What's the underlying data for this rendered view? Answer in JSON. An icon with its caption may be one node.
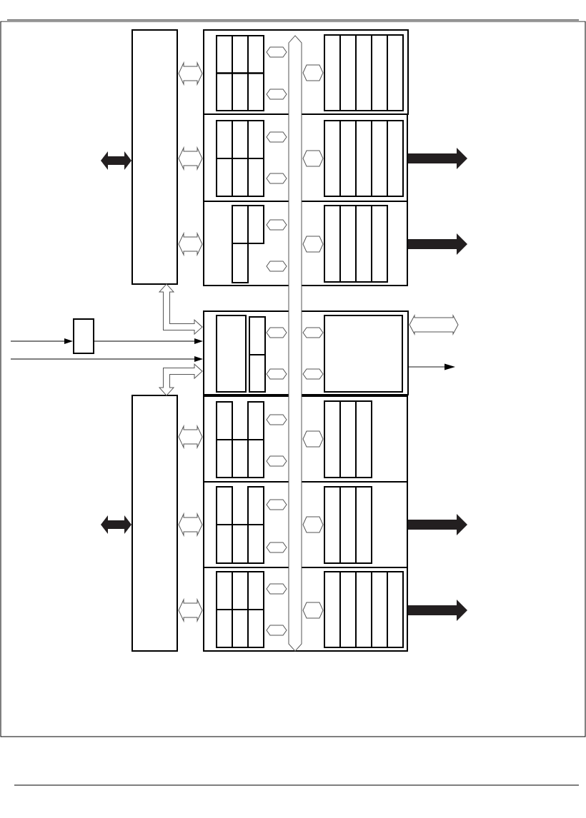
{
  "diagram": {
    "nodes": [
      {
        "text": [],
        "shape": "box"
      },
      {
        "text": [],
        "shape": "box"
      },
      {
        "text": [],
        "shape": "box"
      },
      {
        "text": [],
        "shape": "box"
      },
      {
        "text": [],
        "shape": "box"
      },
      {
        "text": [],
        "shape": "box"
      },
      {
        "text": [],
        "shape": "box"
      },
      {
        "text": [],
        "shape": "box"
      },
      {
        "text": [],
        "shape": "box"
      },
      {
        "text": [],
        "shape": "box"
      }
    ],
    "edges": [
      {
        "from": null,
        "to": 0,
        "arrow": "both",
        "color": "#231f20"
      },
      {
        "from": 0,
        "to": 1,
        "arrow": "both"
      },
      {
        "from": 0,
        "to": 2,
        "arrow": "both"
      },
      {
        "from": 0,
        "to": 3,
        "arrow": "both"
      },
      {
        "from": 4,
        "to": 0,
        "arrow": "both"
      },
      {
        "from": null,
        "to": 5,
        "arrow": "to",
        "color": "#000000"
      },
      {
        "from": 5,
        "to": 4,
        "arrow": "to",
        "color": "#000000"
      },
      {
        "from": null,
        "to": 4,
        "arrow": "to",
        "color": "#000000"
      },
      {
        "from": 4,
        "to": 6,
        "arrow": "both"
      },
      {
        "from": 4,
        "to": null,
        "arrow": "both"
      },
      {
        "from": 4,
        "to": null,
        "arrow": "to",
        "color": "#000000"
      },
      {
        "from": 2,
        "to": null,
        "arrow": "to",
        "color": "#231f20"
      },
      {
        "from": 3,
        "to": null,
        "arrow": "to",
        "color": "#231f20"
      },
      {
        "from": null,
        "to": 6,
        "arrow": "both",
        "color": "#231f20"
      },
      {
        "from": 6,
        "to": 7,
        "arrow": "both"
      },
      {
        "from": 6,
        "to": 8,
        "arrow": "both"
      },
      {
        "from": 6,
        "to": 9,
        "arrow": "both"
      },
      {
        "from": 8,
        "to": null,
        "arrow": "to",
        "color": "#231f20"
      },
      {
        "from": 9,
        "to": null,
        "arrow": "to",
        "color": "#231f20"
      }
    ]
  }
}
